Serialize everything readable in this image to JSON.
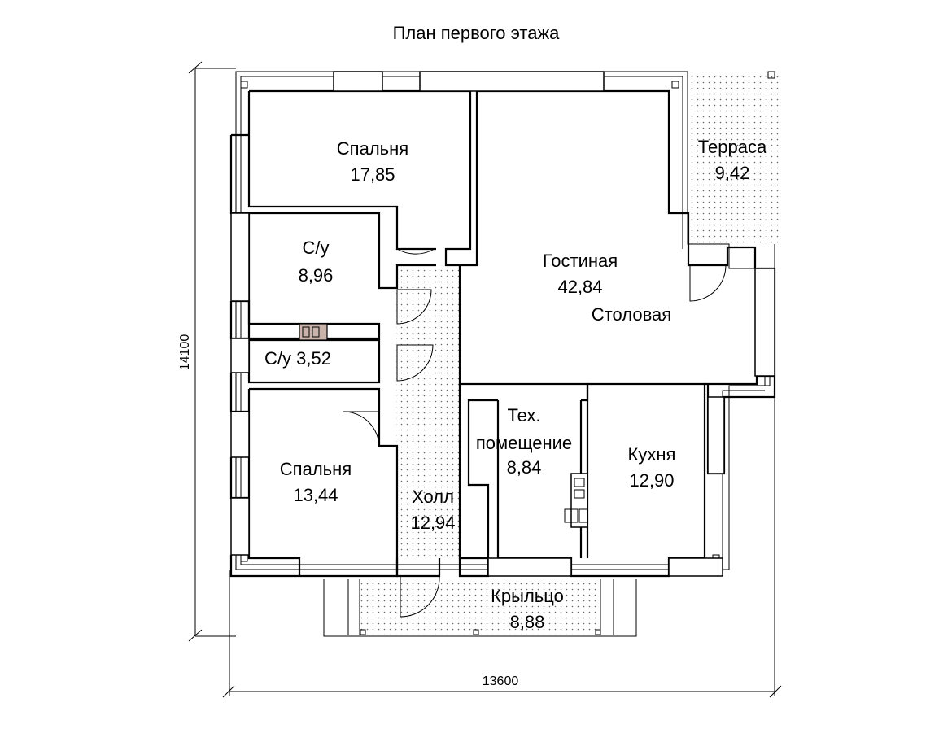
{
  "title": "План первого этажа",
  "dimensions": {
    "width": "13600",
    "height": "14100"
  },
  "rooms": {
    "bedroom_top": {
      "name": "Спальня",
      "area": "17,85"
    },
    "terrace": {
      "name": "Терраса",
      "area": "9,42"
    },
    "bath_1": {
      "name": "С/у",
      "area": "8,96"
    },
    "living": {
      "name": "Гостиная",
      "area": "42,84",
      "name2": "Столовая"
    },
    "bath_2": {
      "label": "С/у 3,52"
    },
    "tech": {
      "name": "Тех.",
      "name2": "помещение",
      "area": "8,84"
    },
    "kitchen": {
      "name": "Кухня",
      "area": "12,90"
    },
    "bedroom_bottom": {
      "name": "Спальня",
      "area": "13,44"
    },
    "hall": {
      "name": "Холл",
      "area": "12,94"
    },
    "porch": {
      "name": "Крыльцо",
      "area": "8,88"
    }
  }
}
